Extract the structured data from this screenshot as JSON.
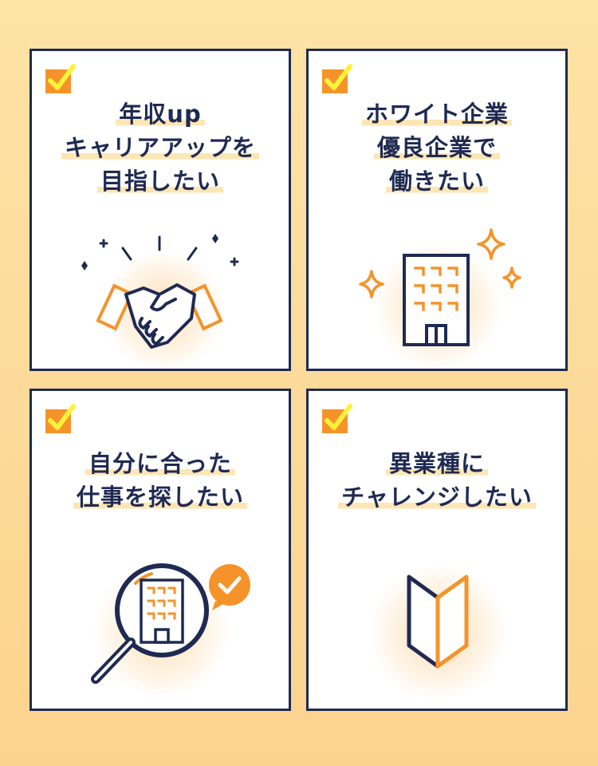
{
  "cards": [
    {
      "title_lines": [
        "年収up",
        "キャリアアップを",
        "目指したい"
      ],
      "icon": "handshake-icon"
    },
    {
      "title_lines": [
        "ホワイト企業",
        "優良企業で",
        "働きたい"
      ],
      "icon": "building-icon"
    },
    {
      "title_lines": [
        "自分に合った",
        "仕事を探したい"
      ],
      "icon": "magnifier-icon"
    },
    {
      "title_lines": [
        "異業種に",
        "チャレンジしたい"
      ],
      "icon": "beginner-mark-icon"
    }
  ],
  "colors": {
    "navy": "#1f2a52",
    "orange": "#f5932a",
    "check_yellow": "#fff23b",
    "highlight": "#fde6b4"
  }
}
